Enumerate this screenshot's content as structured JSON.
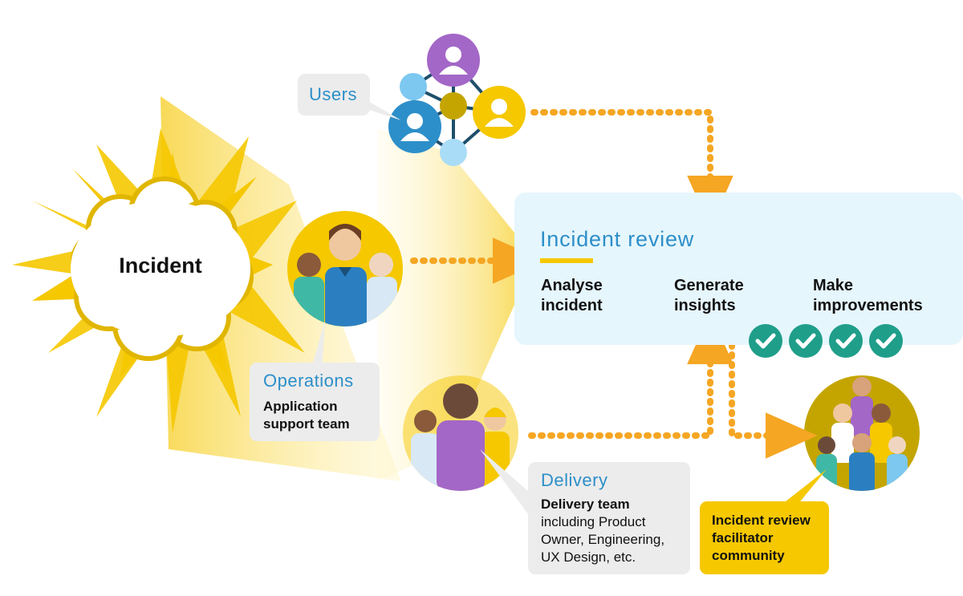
{
  "incident": {
    "label": "Incident"
  },
  "users": {
    "label": "Users"
  },
  "operations": {
    "title": "Operations",
    "subtitle": "Application support team"
  },
  "delivery": {
    "title": "Delivery",
    "team_label": "Delivery team",
    "description": "including Product Owner, Engineering, UX Design, etc."
  },
  "incident_review": {
    "title": "Incident review",
    "steps": [
      "Analyse incident",
      "Generate insights",
      "Make improvements"
    ],
    "checkmark_count": 4
  },
  "facilitator": {
    "label": "Incident review facilitator community"
  },
  "colors": {
    "accent_yellow": "#f5c800",
    "review_blue": "#2d8fc9",
    "review_bg": "#e6f6fd",
    "arrow_orange": "#f5a623",
    "check_green": "#1f9e8a",
    "purple": "#a367c7"
  }
}
